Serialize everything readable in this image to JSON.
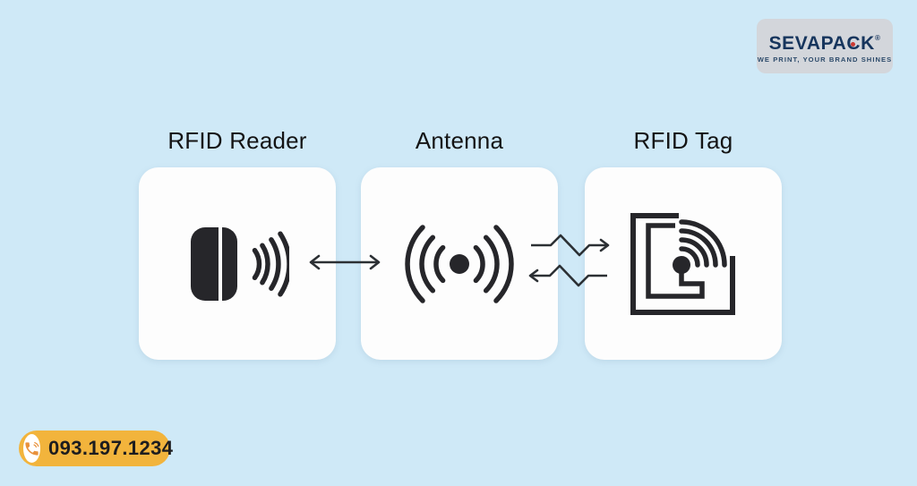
{
  "colors": {
    "background": "#cfe9f7",
    "card": "#fdfdfd",
    "icon": "#26262a",
    "arrow": "#2c3034",
    "title_text": "#141414",
    "logo_bg": "#d3d6db",
    "logo_text": "#16355d",
    "logo_dot": "#cc3b33",
    "phone_pill": "#f2b43c",
    "phone_icon": "#e8913c",
    "phone_text": "#1d1d1f"
  },
  "logo": {
    "brand_prefix": "SEVAPA",
    "brand_c": "C",
    "brand_suffix": "K",
    "registered": "®",
    "tagline": "WE PRINT, YOUR BRAND SHINES"
  },
  "diagram": {
    "nodes": [
      {
        "label": "RFID Reader",
        "icon": "rfid-reader-icon"
      },
      {
        "label": "Antenna",
        "icon": "antenna-icon"
      },
      {
        "label": "RFID Tag",
        "icon": "rfid-tag-icon"
      }
    ],
    "connections": [
      {
        "from": "RFID Reader",
        "to": "Antenna",
        "type": "double-headed-arrow"
      },
      {
        "from": "Antenna",
        "to": "RFID Tag",
        "type": "bidirectional-zigzag-rf-signal"
      }
    ]
  },
  "contact": {
    "phone": "093.197.1234"
  }
}
